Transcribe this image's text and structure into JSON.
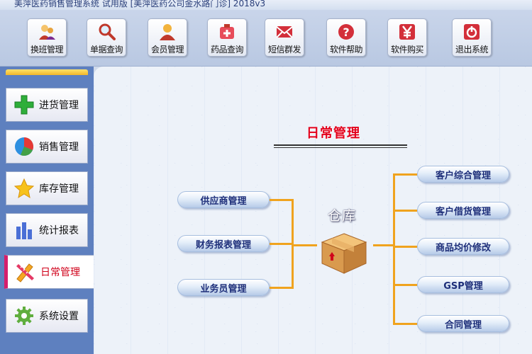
{
  "window": {
    "title": "美萍医药销售管理系统 试用版 [美萍医药公司金水路门诊] 2018v3"
  },
  "toolbar": {
    "buttons": [
      {
        "label": "换班管理",
        "icon": "shift-change-icon"
      },
      {
        "label": "单据查询",
        "icon": "magnifier-icon"
      },
      {
        "label": "会员管理",
        "icon": "member-icon"
      },
      {
        "label": "药品查询",
        "icon": "medicine-box-icon"
      },
      {
        "label": "短信群发",
        "icon": "envelope-icon"
      },
      {
        "label": "软件帮助",
        "icon": "help-icon"
      },
      {
        "label": "软件购买",
        "icon": "yen-icon"
      },
      {
        "label": "退出系统",
        "icon": "power-icon"
      }
    ]
  },
  "sidebar": {
    "items": [
      {
        "label": "进货管理",
        "icon": "green-plus-icon"
      },
      {
        "label": "销售管理",
        "icon": "pie-chart-icon"
      },
      {
        "label": "库存管理",
        "icon": "star-icon"
      },
      {
        "label": "统计报表",
        "icon": "bar-chart-icon"
      },
      {
        "label": "日常管理",
        "icon": "pencil-ruler-icon",
        "active": true
      },
      {
        "label": "系统设置",
        "icon": "gear-icon"
      }
    ]
  },
  "main": {
    "section_title": "日常管理",
    "hub_label": "仓库",
    "left_items": [
      {
        "label": "供应商管理"
      },
      {
        "label": "财务报表管理"
      },
      {
        "label": "业务员管理"
      }
    ],
    "right_items": [
      {
        "label": "客户综合管理"
      },
      {
        "label": "客户借货管理"
      },
      {
        "label": "商品均价修改"
      },
      {
        "label": "GSP管理"
      },
      {
        "label": "合同管理"
      }
    ]
  },
  "colors": {
    "accent_red": "#e3001b",
    "connector_orange": "#f0a31e",
    "sidebar_blue": "#5e80bf",
    "pill_text": "#1e2f7a"
  }
}
